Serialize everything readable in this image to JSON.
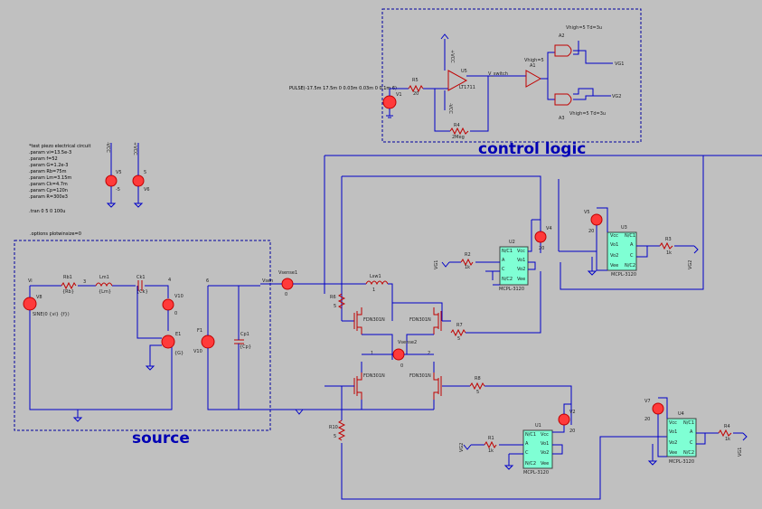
{
  "labels": {
    "control_logic": "control logic",
    "source": "source",
    "pulse": "PULSE(-17.5m 17.5m 0 0.03m 0.03m 0 0.1m 6)",
    "v_switch": "V_switch",
    "vhigh_a2": "Vhigh=5 Td=3u",
    "vhigh_a1": "Vhigh=5",
    "vhigh_a3": "Vhigh=5 Td=3u",
    "vg1": "VG1",
    "vg2": "VG2",
    "u5": "U5",
    "u5_part": "LT1711",
    "vcc_top": "+VCC",
    "vcc_bot": "-VCC",
    "v1": "V1",
    "r5": "R5",
    "r5_val": "20",
    "r4": "R4",
    "r4_val": "2Meg",
    "a1": "A1",
    "a2": "A2",
    "a3": "A3",
    "v5": "V5",
    "v5_val": "-5",
    "v6": "V6",
    "v6_val": "5",
    "params": [
      "*test piezo electrical circuit",
      ".param vi=13.5e-3",
      ".param f=52",
      ".param G=1.2e-3",
      ".param Rb=75m",
      ".param Lm=3.15m",
      ".param Ck=4.7m",
      ".param Cp=120n",
      ".param R=300e3",
      "",
      ".tran 0 5 0 100u"
    ],
    "options": ".options plotwinsize=0",
    "vi": "Vi",
    "v8": "V8",
    "sine": "SINE(0 {vi} {f})",
    "rb1": "Rb1",
    "rb_val": "{Rb}",
    "lm1": "Lm1",
    "lm_val": "{Lm}",
    "ck1": "Ck1",
    "ck_val": "{Ck}",
    "v10": "V10",
    "v10_val": "0",
    "e1": "E1",
    "e1_val": "{G}",
    "f1": "F1",
    "f1_val": "V10",
    "cp1": "Cp1",
    "cp_val": "{Cp}",
    "vsen": "Vsen",
    "vsense1": "Vsense1",
    "vsense1_val": "0",
    "lsw1": "Lsw1",
    "lsw1_val": "1",
    "r6": "R6",
    "r6_val": "5",
    "r7": "R7",
    "r7_val": "5",
    "r8": "R8",
    "r8_val": "5",
    "r10": "R10",
    "r10_val": "5",
    "m_part": "FDN301N",
    "vsense2": "Vsense2",
    "vsense2_val": "0",
    "node1": "1",
    "node2": "2",
    "node3": "3",
    "node4": "4",
    "node6": "6",
    "u2": "U2",
    "u3": "U3",
    "u1": "U1",
    "u4": "U4",
    "opto_part": "MCPL-3120",
    "v4": "V4",
    "v2": "V2",
    "v3": "V3",
    "v7": "V7",
    "v_20": "20",
    "r2": "R2",
    "r3": "R3",
    "r1": "R1",
    "r9": "R4",
    "r_1k": "1k",
    "vg_label": "VG1",
    "vg2_label": "VG2",
    "pin_nc1": "N/C1",
    "pin_vcc": "Vcc",
    "pin_a": "A",
    "pin_vo1": "Vo1",
    "pin_c": "C",
    "pin_vo2": "Vo2",
    "pin_nc2": "N/C2",
    "pin_vee": "Vee"
  },
  "colors": {
    "background": "#c0c0c0",
    "wire": "#0000c8",
    "component": "#c00000",
    "source_fill": "#ff3a3a",
    "ic_fill": "#7fffd4",
    "title": "#0000b4"
  }
}
